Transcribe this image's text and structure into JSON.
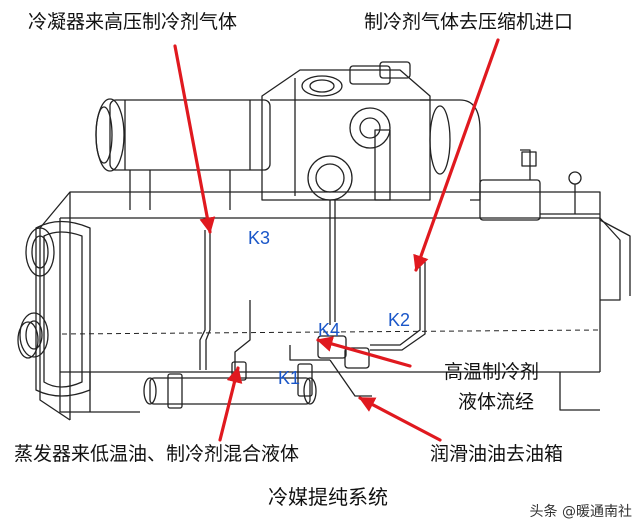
{
  "labels": {
    "condenser": "冷凝器来高压制冷剂气体",
    "compressor_inlet": "制冷剂气体去压缩机进口",
    "high_temp_line1": "高温制冷剂",
    "high_temp_line2": "液体流经",
    "evaporator": "蒸发器来低温油、制冷剂混合液体",
    "oil_tank": "润滑油油去油箱",
    "title": "冷媒提纯系统"
  },
  "valves": {
    "k1": "K1",
    "k2": "K2",
    "k3": "K3",
    "k4": "K4"
  },
  "watermark": "头条 @暖通南社",
  "colors": {
    "arrow": "#e0191f",
    "valve_label": "#1a56c8",
    "line": "#222222"
  }
}
